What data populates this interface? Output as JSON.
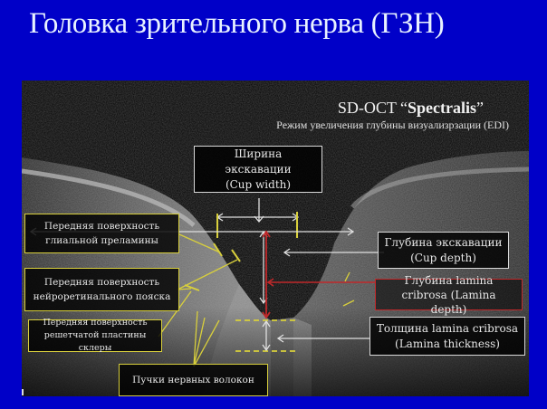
{
  "slide": {
    "title": "Головка зрительного нерва (ГЗН)",
    "background_color": "#0000c8"
  },
  "image": {
    "heading_prefix": "SD-OCT “",
    "heading_brand": "Spectralis",
    "heading_suffix": "”",
    "subheading": "Режим увеличения глубины визуализрзации (EDI)"
  },
  "annotations": {
    "cup_width": {
      "text": "Ширина\nэкскавации\n(Cup width)",
      "color": "#d9d9d9"
    },
    "glial_prelamina": {
      "text": "Передняя поверхность\nглиальной преламины",
      "color": "#d8cf3c"
    },
    "neuroretinal_rim": {
      "text": "Передняя поверхность\nнейроретинального пояска",
      "color": "#d8cf3c"
    },
    "lamina_surface": {
      "text": "Передняя поверхность\nрешетчатой пластины склеры",
      "color": "#d8cf3c"
    },
    "nerve_bundles": {
      "text": "Пучки нервных волокон",
      "color": "#d8cf3c"
    },
    "cup_depth": {
      "text": "Глубина экскавации\n(Cup depth)",
      "color": "#d9d9d9"
    },
    "lamina_depth": {
      "text": "Глубина lamina\ncribrosa (Lamina\ndepth)",
      "color": "#c0282a"
    },
    "lamina_thickness": {
      "text": "Толщина lamina cribrosa\n(Lamina thickness)",
      "color": "#d9d9d9"
    }
  }
}
